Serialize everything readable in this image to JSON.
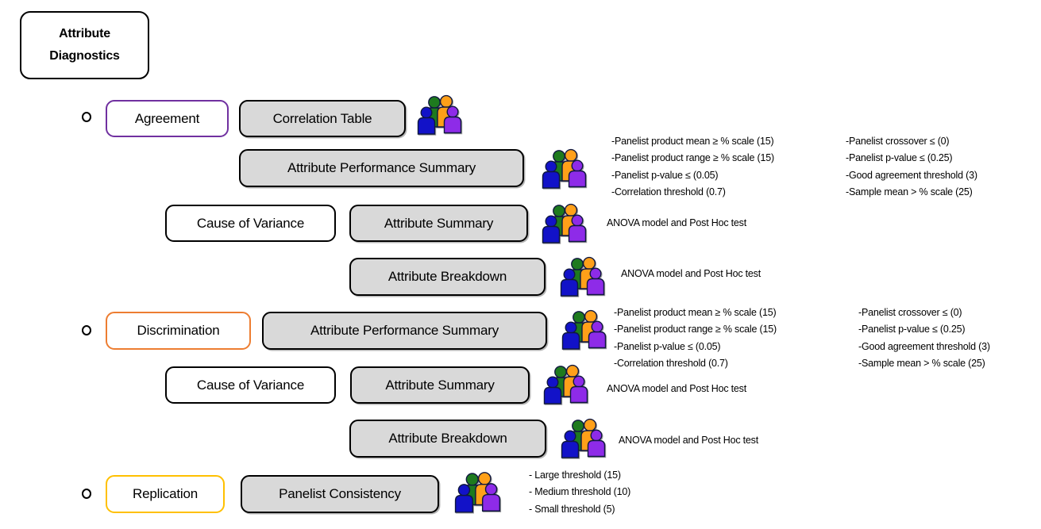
{
  "title": {
    "line1": "Attribute",
    "line2": "Diagnostics"
  },
  "boxes": {
    "agreement": "Agreement",
    "correlation_table": "Correlation Table",
    "attribute_performance_summary": "Attribute Performance Summary",
    "cause_of_variance": "Cause of Variance",
    "attribute_summary": "Attribute Summary",
    "attribute_breakdown": "Attribute Breakdown",
    "discrimination": "Discrimination",
    "replication": "Replication",
    "panelist_consistency": "Panelist Consistency"
  },
  "labels": {
    "anova": "ANOVA model and Post Hoc test"
  },
  "thresholds": {
    "performance_col1": [
      "-Panelist product mean ≥ % scale (15)",
      "-Panelist product range ≥ % scale (15)",
      "-Panelist p-value ≤ (0.05)",
      "-Correlation threshold (0.7)"
    ],
    "performance_col2": [
      "-Panelist crossover ≤ (0)",
      "-Panelist p-value ≤ (0.25)",
      "-Good agreement threshold (3)",
      "-Sample mean > % scale (25)"
    ],
    "replication": [
      "- Large threshold (15)",
      "- Medium threshold (10)",
      "- Small threshold (5)"
    ]
  },
  "icons": {
    "people_group": "people-group-icon",
    "bullet": "bullet-circle-icon"
  },
  "colors": {
    "agreement_border": "#7030A0",
    "discrimination_border": "#ED7D31",
    "replication_border": "#FFC000",
    "node_fill_gray": "#D9D9D9",
    "node_border": "#000000",
    "person_blue": "#1212C8",
    "person_green": "#1E7A1E",
    "person_orange": "#FFA019",
    "person_purple": "#8E2BE8"
  }
}
